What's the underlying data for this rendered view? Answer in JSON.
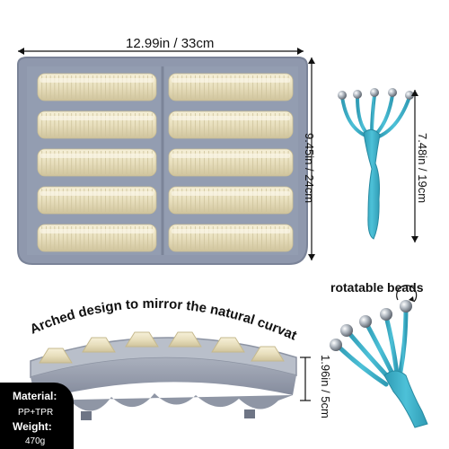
{
  "dimensions": {
    "mat_width": "12.99in / 33cm",
    "mat_height": "9.45in / 24cm",
    "claw_length": "7.48in / 19cm",
    "mat_side_height": "1.96in / 5cm"
  },
  "labels": {
    "rotatable_beads": "rotatable beads",
    "arched_design": "Arched design to mirror the natural curvature of your feet"
  },
  "specs": {
    "material_label": "Material:",
    "material_value": "PP+TPR",
    "weight_label": "Weight:",
    "weight_value": "470g"
  },
  "colors": {
    "tray": "#8d96ab",
    "roller": "#ece4c5",
    "claw": "#3aaec7",
    "bead": "#9aa3ad"
  }
}
